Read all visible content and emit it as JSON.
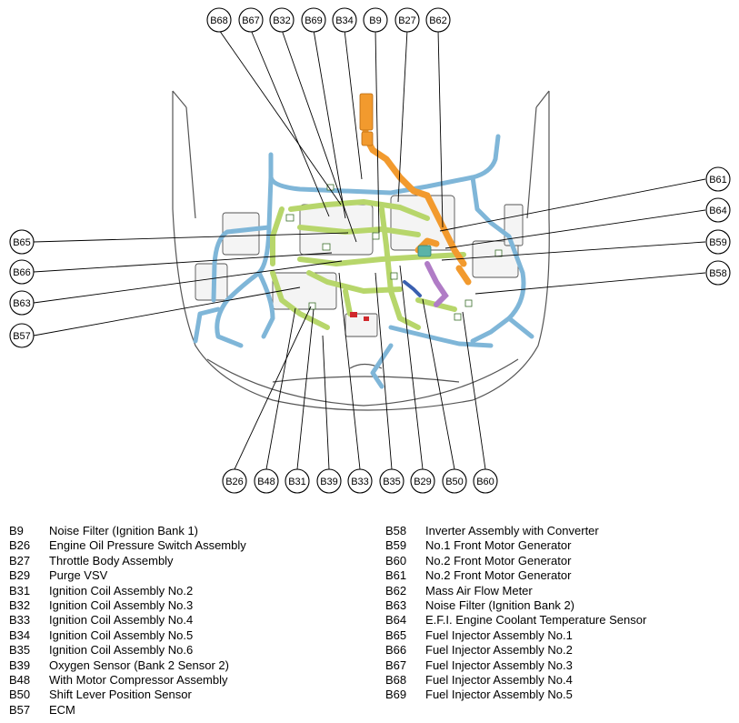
{
  "callouts": {
    "top": [
      "B68",
      "B67",
      "B32",
      "B69",
      "B34",
      "B9",
      "B27",
      "B62"
    ],
    "left": [
      "B65",
      "B66",
      "B63",
      "B57"
    ],
    "right": [
      "B61",
      "B64",
      "B59",
      "B58"
    ],
    "bottom": [
      "B26",
      "B48",
      "B31",
      "B39",
      "B33",
      "B35",
      "B29",
      "B50",
      "B60"
    ]
  },
  "legend": {
    "left": [
      {
        "code": "B9",
        "name": "Noise Filter (Ignition Bank 1)"
      },
      {
        "code": "B26",
        "name": "Engine Oil Pressure Switch Assembly"
      },
      {
        "code": "B27",
        "name": "Throttle Body Assembly"
      },
      {
        "code": "B29",
        "name": "Purge VSV"
      },
      {
        "code": "B31",
        "name": "Ignition Coil Assembly No.2"
      },
      {
        "code": "B32",
        "name": "Ignition Coil Assembly No.3"
      },
      {
        "code": "B33",
        "name": "Ignition Coil Assembly No.4"
      },
      {
        "code": "B34",
        "name": "Ignition Coil Assembly No.5"
      },
      {
        "code": "B35",
        "name": "Ignition Coil Assembly No.6"
      },
      {
        "code": "B39",
        "name": "Oxygen Sensor (Bank 2 Sensor 2)"
      },
      {
        "code": "B48",
        "name": "With Motor Compressor Assembly"
      },
      {
        "code": "B50",
        "name": "Shift Lever Position Sensor"
      },
      {
        "code": "B57",
        "name": "ECM"
      }
    ],
    "right": [
      {
        "code": "B58",
        "name": "Inverter Assembly with Converter"
      },
      {
        "code": "B59",
        "name": "No.1 Front Motor Generator"
      },
      {
        "code": "B60",
        "name": "No.2 Front Motor Generator"
      },
      {
        "code": "B61",
        "name": "No.2 Front Motor Generator"
      },
      {
        "code": "B62",
        "name": "Mass Air Flow Meter"
      },
      {
        "code": "B63",
        "name": "Noise Filter (Ignition Bank 2)"
      },
      {
        "code": "B64",
        "name": "E.F.I. Engine Coolant Temperature Sensor"
      },
      {
        "code": "B65",
        "name": "Fuel Injector Assembly No.1"
      },
      {
        "code": "B66",
        "name": "Fuel Injector Assembly No.2"
      },
      {
        "code": "B67",
        "name": "Fuel Injector Assembly No.3"
      },
      {
        "code": "B68",
        "name": "Fuel Injector Assembly No.4"
      },
      {
        "code": "B69",
        "name": "Fuel Injector Assembly No.5"
      }
    ]
  },
  "colors": {
    "harness_blue": "#7fb6d8",
    "harness_green": "#b7d66b",
    "harness_orange": "#f29a2e",
    "harness_purple": "#b07cc6",
    "harness_teal": "#5ab3a8",
    "harness_red": "#d0282c",
    "harness_navy": "#3a5fb0"
  }
}
